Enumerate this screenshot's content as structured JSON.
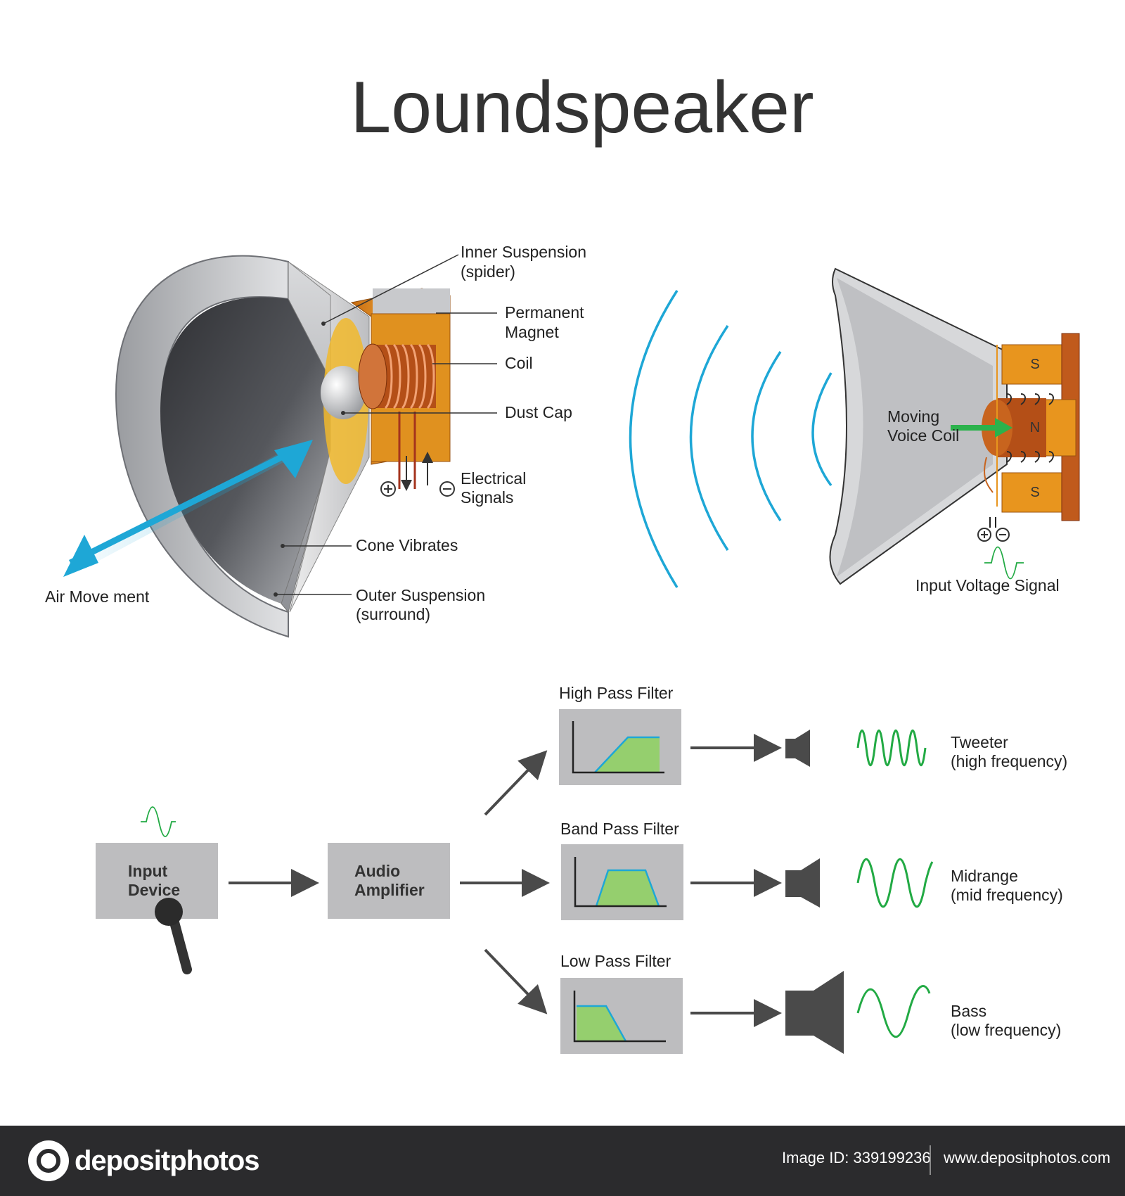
{
  "title": "Loundspeaker",
  "speaker_labels": {
    "inner_suspension": [
      "Inner Suspension",
      "(spider)"
    ],
    "permanent_magnet": [
      "Permanent",
      "Magnet"
    ],
    "coil": "Coil",
    "dust_cap": "Dust Cap",
    "electrical_signals": [
      "Electrical",
      "Signals"
    ],
    "cone_vibrates": "Cone Vibrates",
    "air_movement": "Air Move ment",
    "outer_suspension": [
      "Outer Suspension",
      "(surround)"
    ]
  },
  "cross_section": {
    "moving_voice_coil": [
      "Moving",
      "Voice Coil"
    ],
    "pole_top": "S",
    "pole_center": "N",
    "pole_bottom": "S",
    "input_voltage_signal": "Input Voltage Signal"
  },
  "flow": {
    "input_device": [
      "Input",
      "Device"
    ],
    "audio_amplifier": [
      "Audio",
      "Amplifier"
    ],
    "high_pass_filter": "High Pass Filter",
    "band_pass_filter": "Band Pass Filter",
    "low_pass_filter": "Low Pass Filter",
    "tweeter": [
      "Tweeter",
      "(high frequency)"
    ],
    "midrange": [
      "Midrange",
      "(mid frequency)"
    ],
    "bass": [
      "Bass",
      "(low frequency)"
    ]
  },
  "colors": {
    "wave_blue": "#1ea7d6",
    "copper": "#c8641e",
    "magnet_orange": "#e8951e",
    "filter_green": "#95cf6e",
    "signal_green": "#22aa44",
    "box_gray": "#bdbdbf",
    "arrow_gray": "#4a4a4a"
  },
  "footer": {
    "logo": "depositphotos",
    "image_id": "Image ID: 339199236",
    "url": "www.depositphotos.com"
  }
}
